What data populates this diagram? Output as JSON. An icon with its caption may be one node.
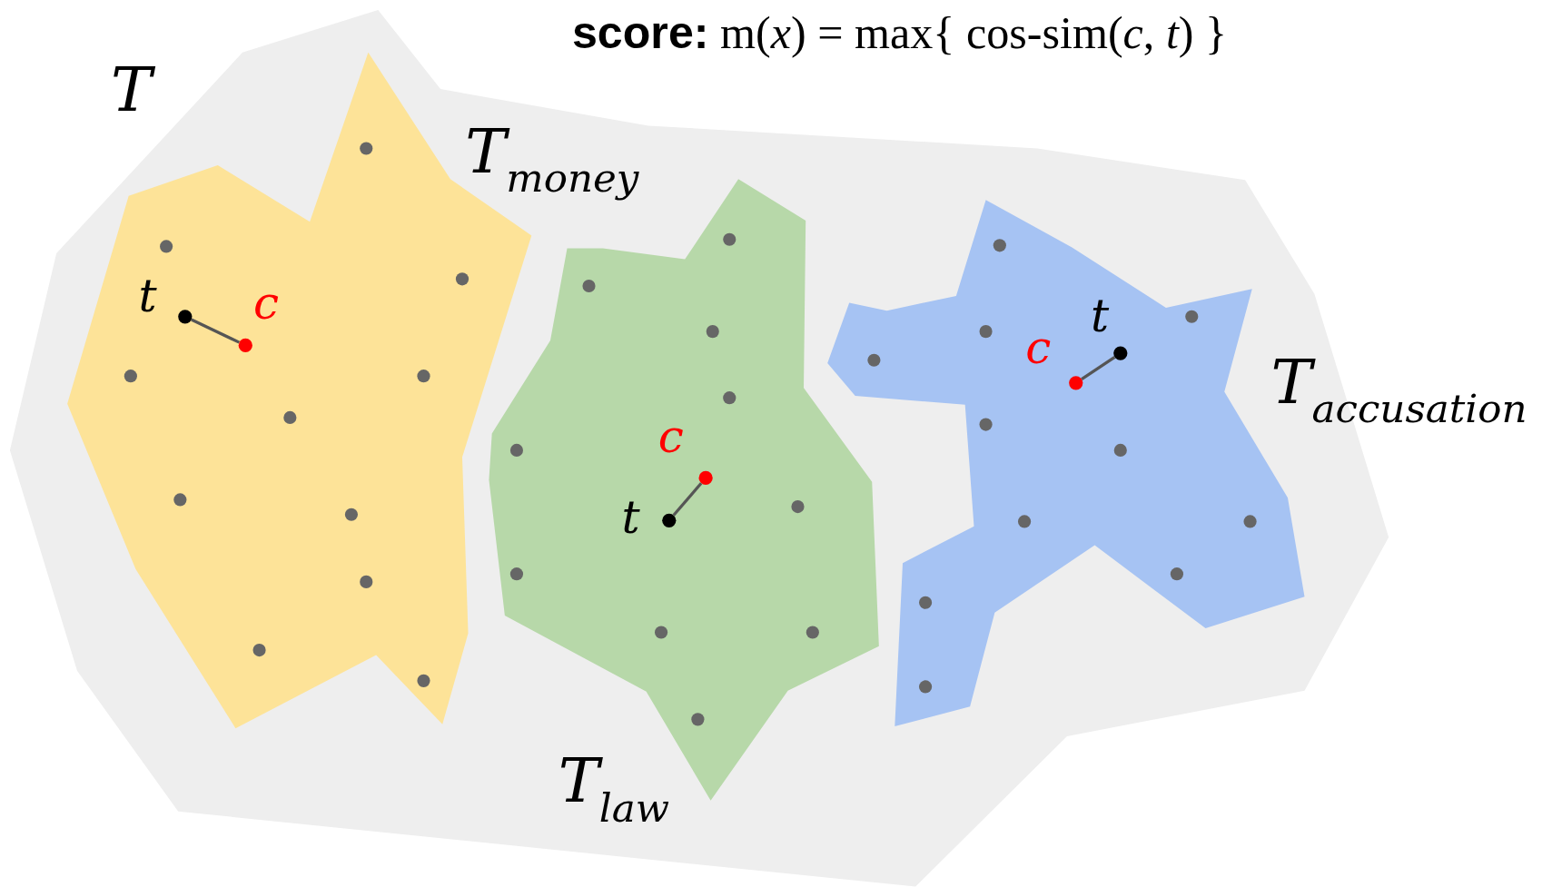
{
  "diagram": {
    "title": "**score:** m(*x*) = max{ cos-sim(*c*, *t*) }",
    "nodes": [
      {
        "text": [
          "T"
        ]
      },
      {
        "text": [
          "T$_{money}$"
        ],
        "in": 0
      },
      {
        "text": [
          "t"
        ],
        "in": 1
      },
      {
        "text": [
          "c"
        ],
        "in": 1
      },
      {
        "text": [
          "T$_{law}$"
        ],
        "in": 0
      },
      {
        "text": [
          "c"
        ],
        "in": 4
      },
      {
        "text": [
          "t"
        ],
        "in": 4
      },
      {
        "text": [
          "T$_{accusation}$"
        ],
        "in": 0
      },
      {
        "text": [
          "t"
        ],
        "in": 7
      },
      {
        "text": [
          "c"
        ],
        "in": 7
      }
    ],
    "edges": [
      {
        "from": 2,
        "to": 3,
        "arrow": "none"
      },
      {
        "from": 6,
        "to": 5,
        "arrow": "none"
      },
      {
        "from": 8,
        "to": 9,
        "arrow": "none"
      }
    ]
  }
}
